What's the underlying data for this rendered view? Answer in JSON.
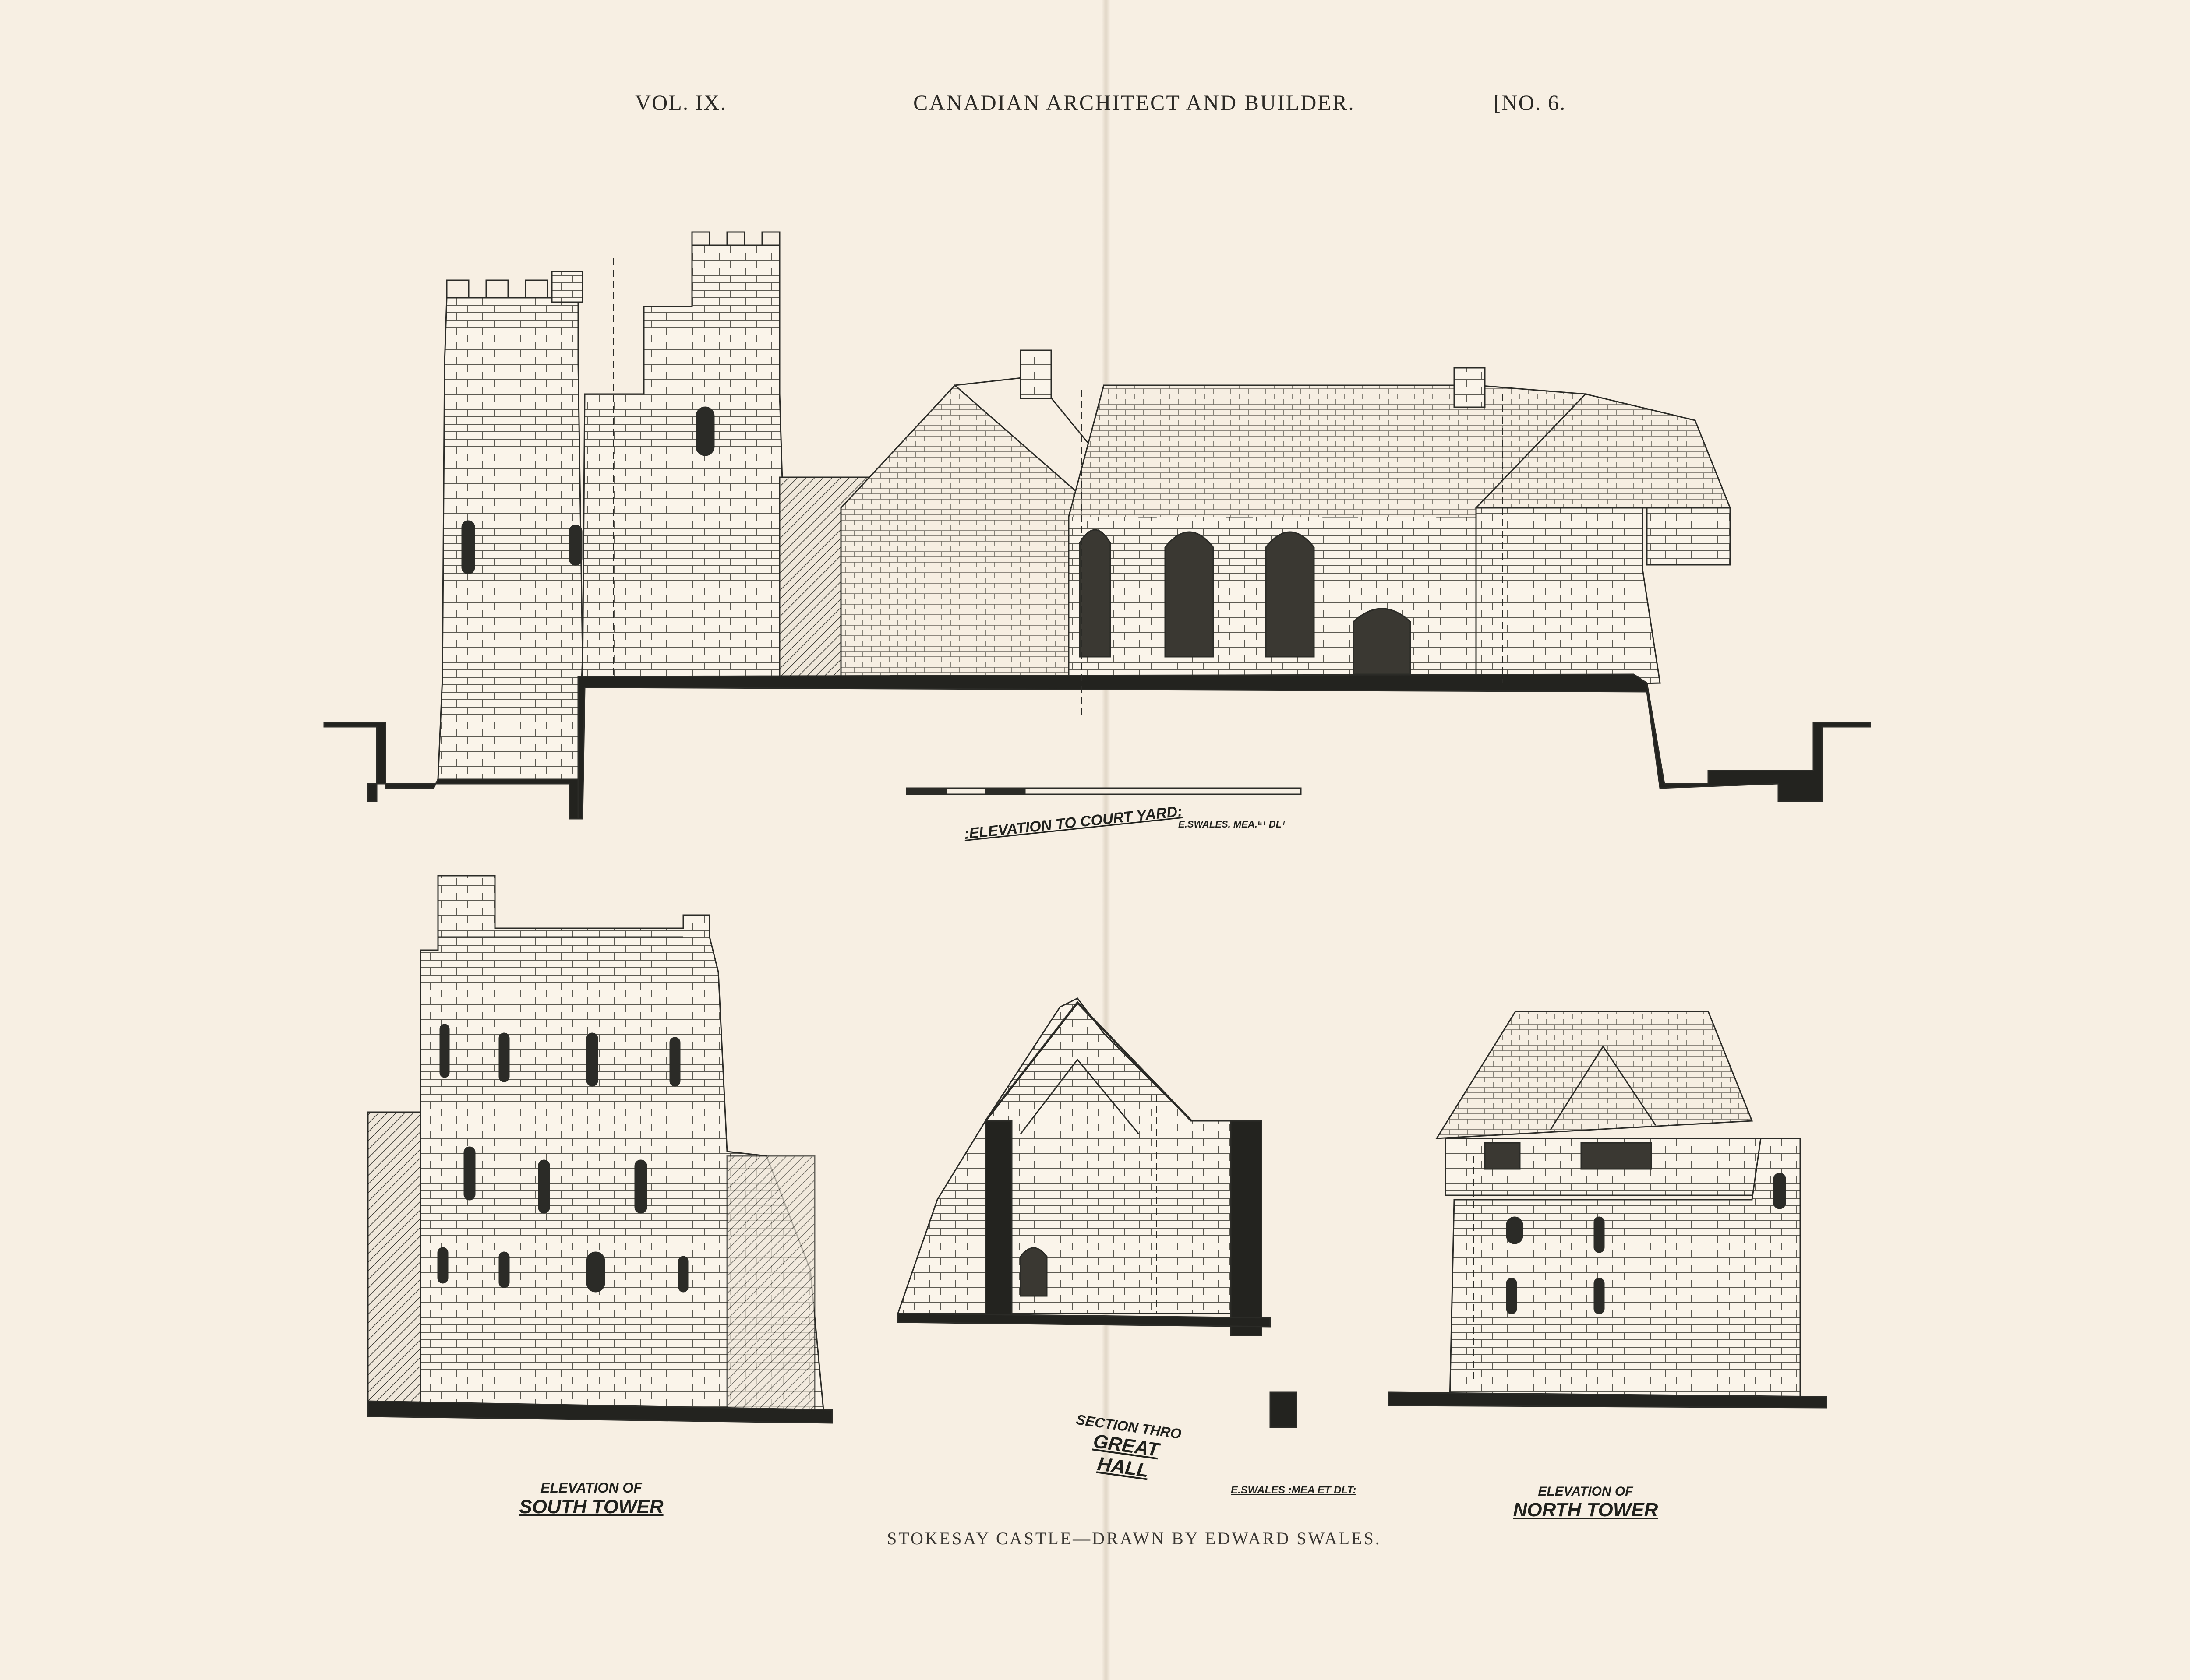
{
  "header": {
    "volume": "VOL. IX.",
    "title": "CANADIAN ARCHITECT AND BUILDER.",
    "number": "[NO. 6."
  },
  "drawings": {
    "courtyard": {
      "caption": ":ELEVATION TO COURT YARD:",
      "signature": "E.SWALES. MEA.ᴱᵀ DLᵀ"
    },
    "south_tower": {
      "line1": "ELEVATION OF",
      "line2": "SOUTH TOWER"
    },
    "great_hall": {
      "line1": "SECTION THRO",
      "line2": "GREAT HALL"
    },
    "north_tower": {
      "line1": "ELEVATION OF",
      "line2": "NORTH TOWER"
    },
    "signature2": "E.SWALES :MEA ET DLT:"
  },
  "footer": {
    "credit": "STOKESAY CASTLE—DRAWN BY EDWARD SWALES."
  }
}
